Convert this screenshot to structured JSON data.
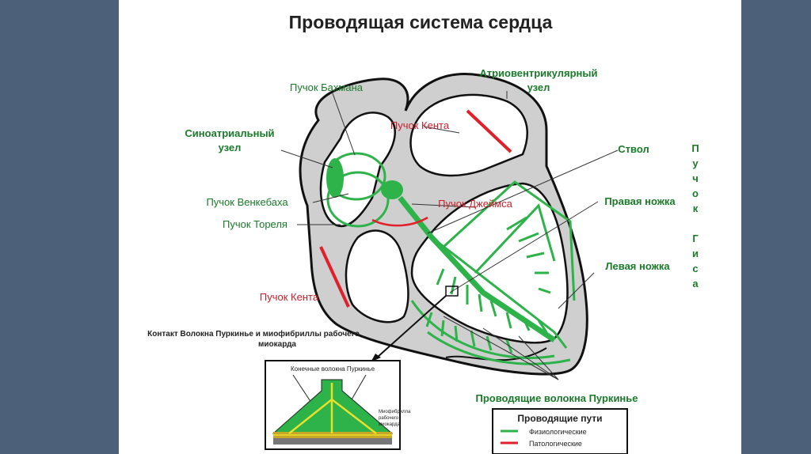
{
  "title": "Проводящая система сердца",
  "labels": {
    "bachmann": "Пучок Бахмана",
    "av_node_1": "Атриовентрикулярный",
    "av_node_2": "узел",
    "kent_top": "Пучок Кента",
    "sa_node_1": "Синоатриальный",
    "sa_node_2": "узел",
    "trunk": "Ствол",
    "wenckebach": "Пучок Венкебаха",
    "james": "Пучок Джеймса",
    "right_bundle": "Правая ножка",
    "thorel": "Пучок Тореля",
    "left_bundle": "Левая ножка",
    "kent_bottom": "Пучок Кента",
    "his_letters": [
      "П",
      "у",
      "ч",
      "о",
      "к",
      "",
      "Г",
      "и",
      "с",
      "а"
    ],
    "contact_1": "Контакт Волокна Пуркинье и миофибриллы рабочего",
    "contact_2": "миокарда",
    "purkinje": "Проводящие волокна Пуркинье"
  },
  "inset": {
    "end_fibers": "Конечные волокна Пуркинье",
    "myofibril_1": "Миофибрилла",
    "myofibril_2": "рабочего",
    "myofibril_3": "миокарда"
  },
  "legend": {
    "title": "Проводящие пути",
    "items": [
      {
        "label": "Физиологические",
        "color": "#2db34a"
      },
      {
        "label": "Патологические",
        "color": "#e0202a"
      }
    ]
  },
  "colors": {
    "green_label": "#1a7a2a",
    "red_label": "#c8202a",
    "pathway_green": "#2db34a",
    "pathway_red": "#e0202a",
    "heart_fill": "#cfcfcf",
    "background": "#4c6079"
  }
}
